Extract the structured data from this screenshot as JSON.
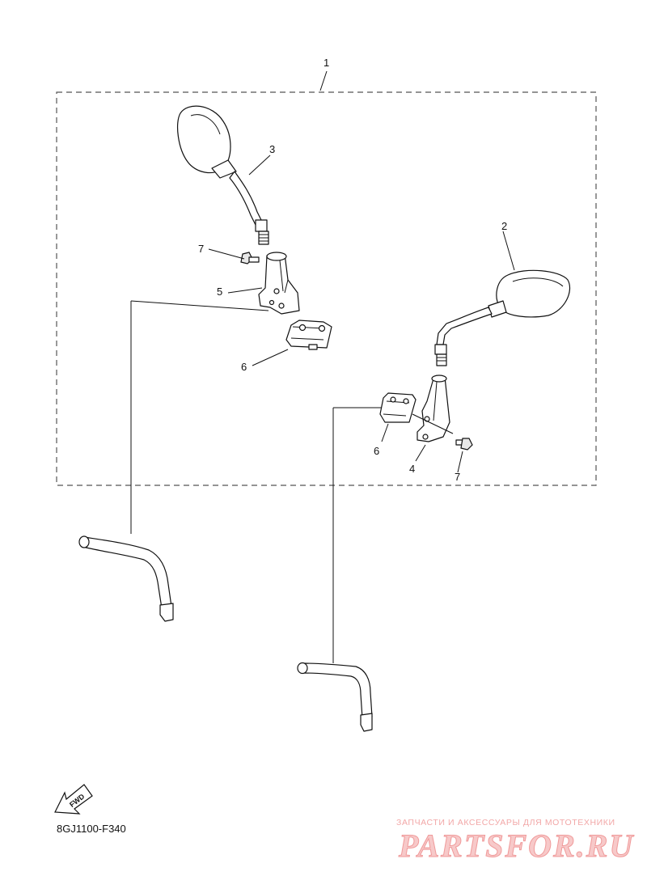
{
  "callouts": {
    "c1": "1",
    "c2": "2",
    "c3": "3",
    "c4": "4",
    "c5": "5",
    "c6_left": "6",
    "c6_right": "6",
    "c7_left": "7",
    "c7_right": "7"
  },
  "fwd_label": "FWD",
  "drawing_code": "8GJ1100-F340",
  "watermark": {
    "caption": "ЗАПЧАСТИ И АКСЕССУАРЫ ДЛЯ МОТОТЕХНИКИ",
    "logo": "PARTSFOR.RU"
  },
  "colors": {
    "line": "#111111",
    "watermark": "#f09a9a"
  }
}
